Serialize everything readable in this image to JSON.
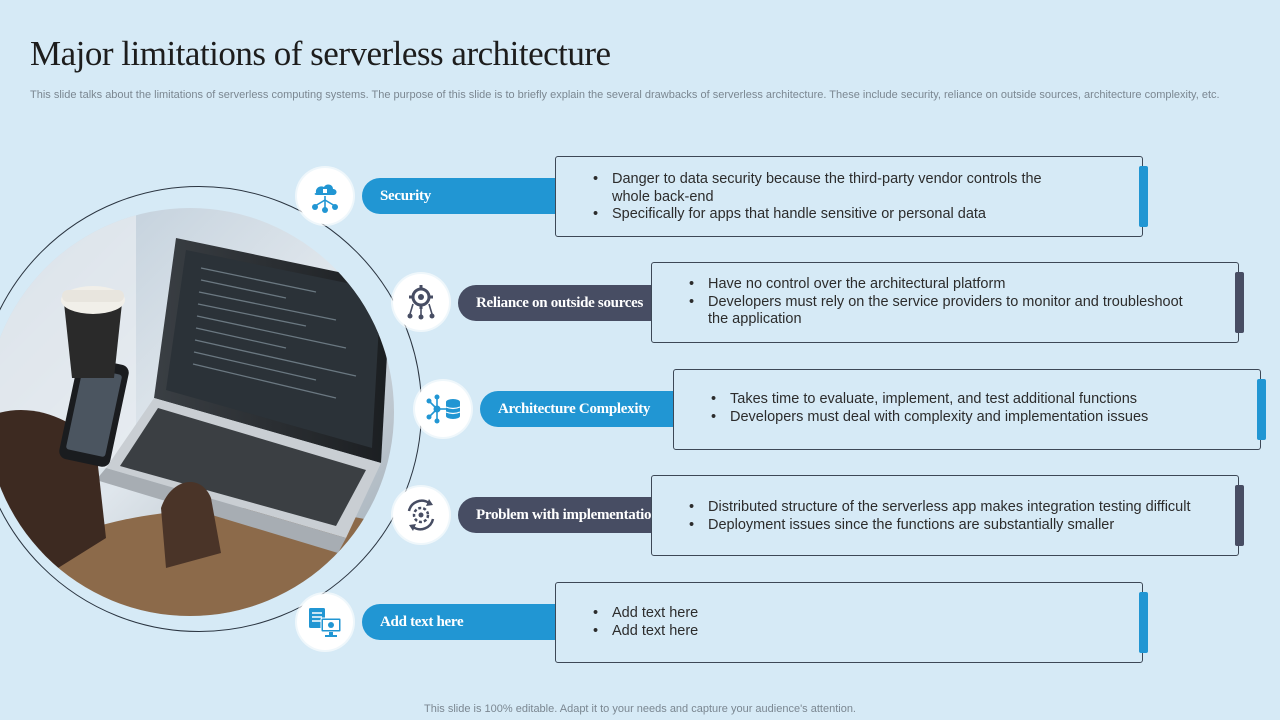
{
  "slide": {
    "title": "Major limitations of serverless architecture",
    "subtitle": "This slide talks about the limitations of serverless computing systems. The purpose of this slide is to briefly explain the several drawbacks of serverless architecture. These include security, reliance on outside sources, architecture complexity, etc.",
    "footer": "This slide is 100% editable. Adapt it to your needs and capture your audience's attention."
  },
  "items": [
    {
      "label": "Security",
      "icon": "cloud-network-icon",
      "style": "blue",
      "bullets": [
        "Danger to data security because the third-party vendor controls the whole back-end",
        "Specifically for apps that handle sensitive or personal data"
      ]
    },
    {
      "label": "Reliance on outside sources",
      "icon": "gear-network-icon",
      "style": "dark",
      "bullets": [
        "Have no control over the architectural platform",
        "Developers must rely on the service providers to monitor and troubleshoot the application"
      ]
    },
    {
      "label": "Architecture Complexity",
      "icon": "database-network-icon",
      "style": "blue",
      "bullets": [
        "Takes time to evaluate, implement, and test additional functions",
        "Developers must deal with complexity and implementation issues"
      ]
    },
    {
      "label": "Problem with implementation",
      "icon": "cycle-gear-icon",
      "style": "dark",
      "bullets": [
        "Distributed structure of the serverless app makes integration testing difficult",
        "Deployment issues since the functions are substantially smaller"
      ]
    },
    {
      "label": "Add text here",
      "icon": "computer-network-icon",
      "style": "blue",
      "bullets": [
        "Add text here",
        "Add text here"
      ]
    }
  ],
  "colors": {
    "blue": "#2196d3",
    "dark": "#474d63",
    "background": "#d6eaf6"
  }
}
